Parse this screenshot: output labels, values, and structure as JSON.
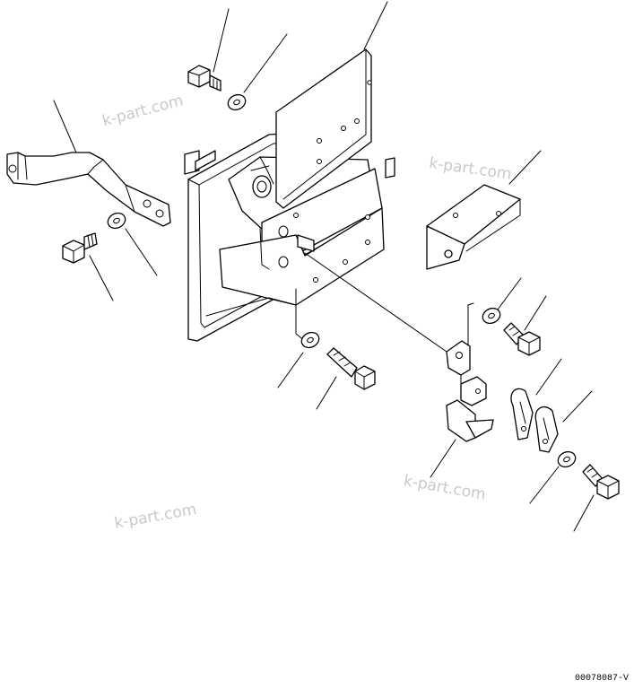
{
  "drawing": {
    "code": "00078087-V"
  },
  "watermarks": [
    "k-part.com",
    "k-part.com",
    "k-part.com",
    "k-part.com"
  ]
}
